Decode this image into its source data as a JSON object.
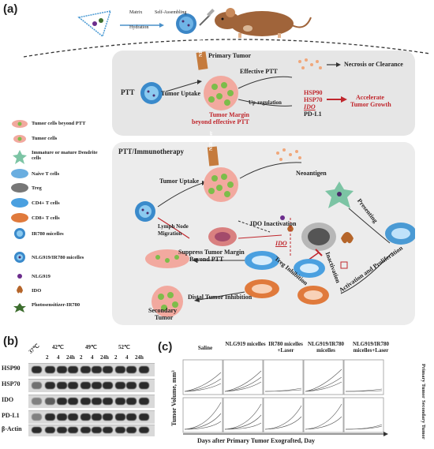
{
  "panel_a": {
    "letter": "(a)",
    "top": {
      "matrix": "Matrix",
      "hydration": "Hydration",
      "self_assembling": "Self-Assembling"
    },
    "ptt_box": {
      "title": "PTT",
      "primary_tumor": "Primary Tumor",
      "effective_ptt": "Effective PTT",
      "nir_laser": "NIR laser",
      "tumor_uptake": "Tumor Uptake",
      "tumor_margin": "Tumor Margin",
      "beyond_effective": "beyond effective PTT",
      "up_regulation": "Up-regulation",
      "necrosis": "Necrosis or Clearance",
      "hsp90": "HSP90",
      "hsp70": "HSP70",
      "ido": "IDO",
      "pdl1": "PD-L1",
      "accelerate": "Accelerate",
      "tumor_growth": "Tumor Growth"
    },
    "legend": [
      {
        "label": "Tumor cells beyond PTT",
        "icon": "tumor-cell-beyond-ptt-icon"
      },
      {
        "label": "Tumor cells",
        "icon": "tumor-cell-icon"
      },
      {
        "label": "Immature or mature Dendrite cells",
        "icon": "dendrite-cell-icon"
      },
      {
        "label": "Naive T cells",
        "icon": "naive-t-cell-icon"
      },
      {
        "label": "Treg",
        "icon": "treg-icon"
      },
      {
        "label": "CD4+ T cells",
        "icon": "cd4-t-cell-icon"
      },
      {
        "label": "CD8+ T cells",
        "icon": "cd8-t-cell-icon"
      },
      {
        "label": "IR780 micelles",
        "icon": "ir780-micelle-icon"
      },
      {
        "label": "NLG919/IR780 micelles",
        "icon": "nlg919-ir780-micelle-icon"
      },
      {
        "label": "NLG919",
        "icon": "nlg919-icon"
      },
      {
        "label": "IDO",
        "icon": "ido-icon"
      },
      {
        "label": "Photosensitizer-IR780",
        "icon": "photosensitizer-icon"
      }
    ],
    "immuno_box": {
      "title": "PTT/Immunotherapy",
      "nir_laser": "NIR laser",
      "tumor_uptake": "Tumor Uptake",
      "neoantigen": "Neoantigen",
      "presenting": "Presenting",
      "lymph_node_migration": "Lymph Node Migration",
      "ido_inactivation": "IDO Inactivation",
      "ido": "IDO",
      "treg_inhibition": "Treg Inhibition",
      "inactivation": "Inactivation",
      "suppress_margin": "Suppress Tumor Margin",
      "beyond_ptt": "Beyond PTT",
      "activation": "Activation and Proliferation",
      "distal": "Distal Tumor Inhibition",
      "secondary": "Secondary",
      "tumor": "Tumor"
    }
  },
  "panel_b": {
    "letter": "(b)",
    "temps": [
      "37℃",
      "42℃",
      "49℃",
      "52℃"
    ],
    "times": [
      "2",
      "4",
      "24h",
      "2",
      "4",
      "24h",
      "2",
      "4",
      "24h"
    ],
    "rows": [
      "HSP90",
      "HSP70",
      "IDO",
      "PD-L1",
      "β-Actin"
    ]
  },
  "panel_c": {
    "letter": "(c)",
    "columns": [
      "Saline",
      "NLG919 micelles",
      "IR780 micelles +Laser",
      "NLG919/IR780 micelles",
      "NLG919/IR780 micelles+Laser"
    ],
    "rows": [
      "Primary Tumor",
      "Secondary Tumor"
    ],
    "ylabel": "Tumor Volume, mm³",
    "xlabel": "Days after Primary Tumor Exografted, Day"
  }
}
